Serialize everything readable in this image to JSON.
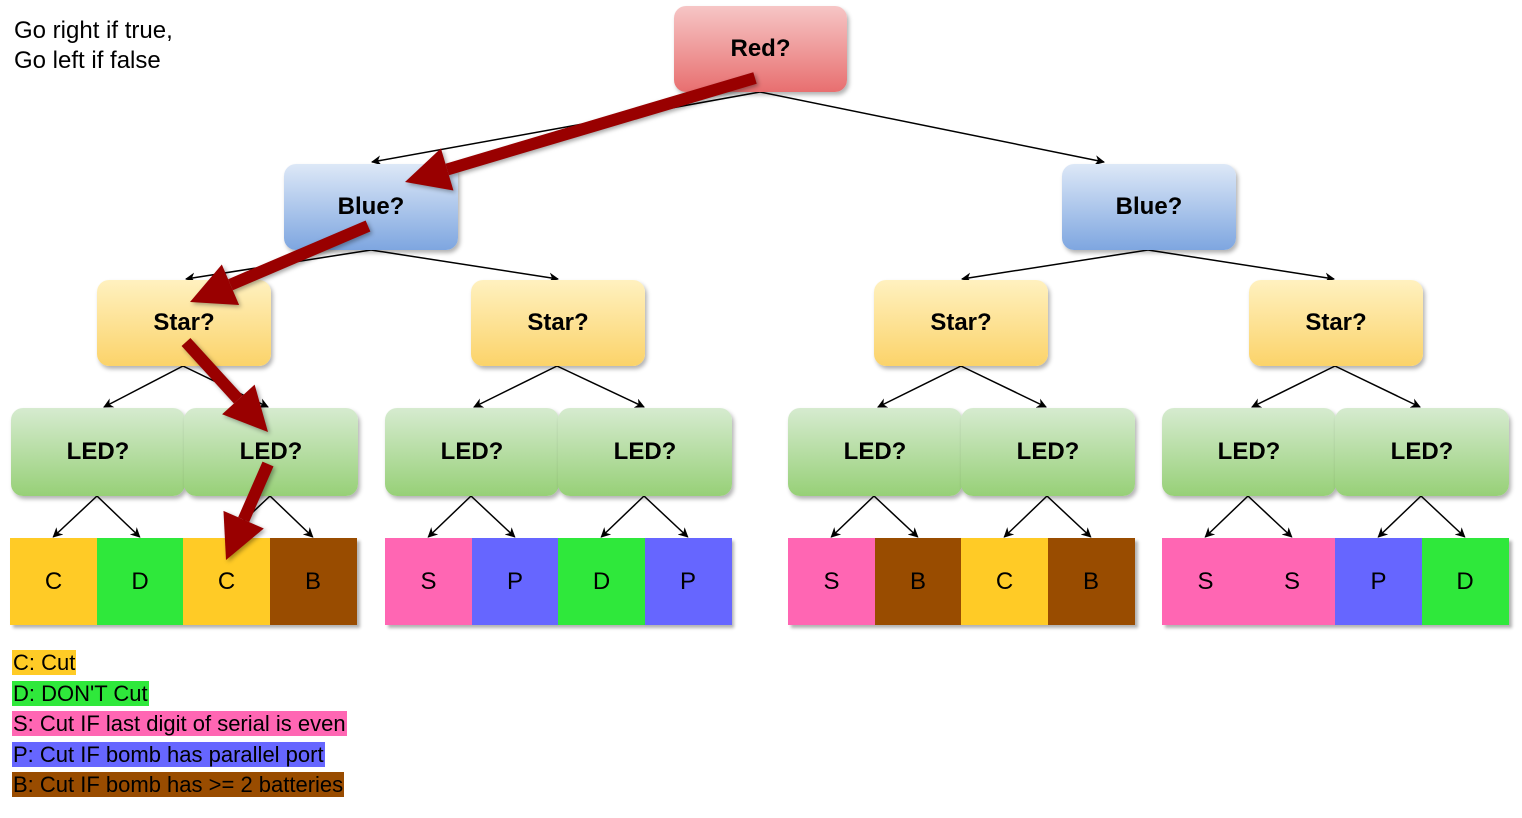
{
  "instructions": [
    "Go right if true,",
    "Go left if false"
  ],
  "colors": {
    "C": "#ffcb26",
    "D": "#2fe83b",
    "S": "#ff66b3",
    "P": "#6666ff",
    "B": "#994c00",
    "path_arrow": "#990000"
  },
  "tree": {
    "root": {
      "label": "Red?"
    },
    "level1": [
      {
        "label": "Blue?"
      },
      {
        "label": "Blue?"
      }
    ],
    "level2": [
      {
        "label": "Star?"
      },
      {
        "label": "Star?"
      },
      {
        "label": "Star?"
      },
      {
        "label": "Star?"
      }
    ],
    "level3": [
      {
        "label": "LED?"
      },
      {
        "label": "LED?"
      },
      {
        "label": "LED?"
      },
      {
        "label": "LED?"
      },
      {
        "label": "LED?"
      },
      {
        "label": "LED?"
      },
      {
        "label": "LED?"
      },
      {
        "label": "LED?"
      }
    ],
    "leaves": [
      "C",
      "D",
      "C",
      "B",
      "S",
      "P",
      "D",
      "P",
      "S",
      "B",
      "C",
      "B",
      "S",
      "S",
      "P",
      "D"
    ]
  },
  "highlighted_path": [
    "Red? (false)",
    "Blue? (false)",
    "Star? (true)",
    "LED? (false)",
    "C"
  ],
  "legend": [
    {
      "key": "C",
      "text": "C: Cut"
    },
    {
      "key": "D",
      "text": "D: DON'T Cut"
    },
    {
      "key": "S",
      "text": "S: Cut IF last digit of serial is even"
    },
    {
      "key": "P",
      "text": "P: Cut IF bomb has parallel port"
    },
    {
      "key": "B",
      "text": "B: Cut IF bomb has >= 2 batteries"
    }
  ]
}
